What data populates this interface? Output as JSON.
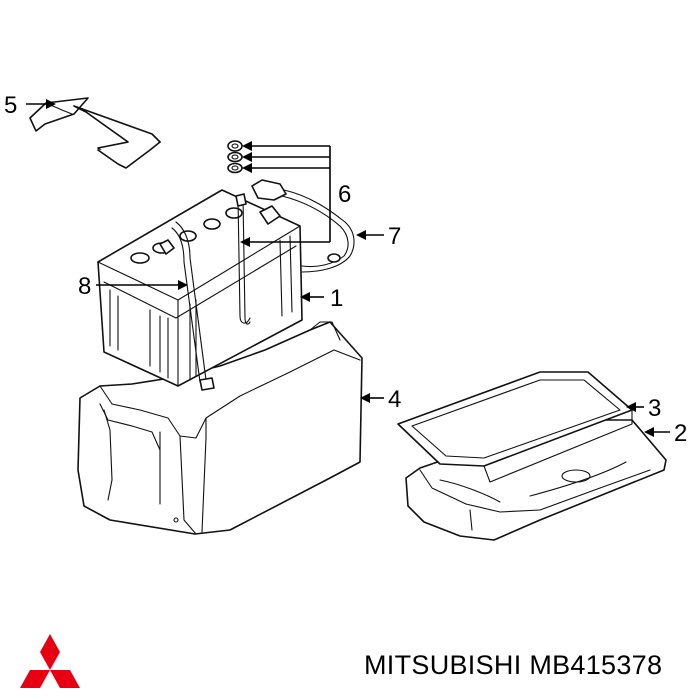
{
  "diagram": {
    "callouts": [
      {
        "id": "1",
        "text": "1"
      },
      {
        "id": "2",
        "text": "2"
      },
      {
        "id": "3",
        "text": "3"
      },
      {
        "id": "4",
        "text": "4"
      },
      {
        "id": "5",
        "text": "5"
      },
      {
        "id": "6",
        "text": "6"
      },
      {
        "id": "7",
        "text": "7"
      },
      {
        "id": "8",
        "text": "8"
      }
    ],
    "parts": [
      "hold-down-clamp",
      "terminal-nuts-washers",
      "battery",
      "battery-cable",
      "hold-down-rod",
      "battery-cover",
      "battery-tray",
      "tray-insert"
    ]
  },
  "footer": {
    "brand_logo": "mitsubishi-three-diamond-logo",
    "caption": "MITSUBISHI MB415378"
  },
  "colors": {
    "line": "#111111",
    "logo": "#e60012",
    "background": "#ffffff"
  }
}
